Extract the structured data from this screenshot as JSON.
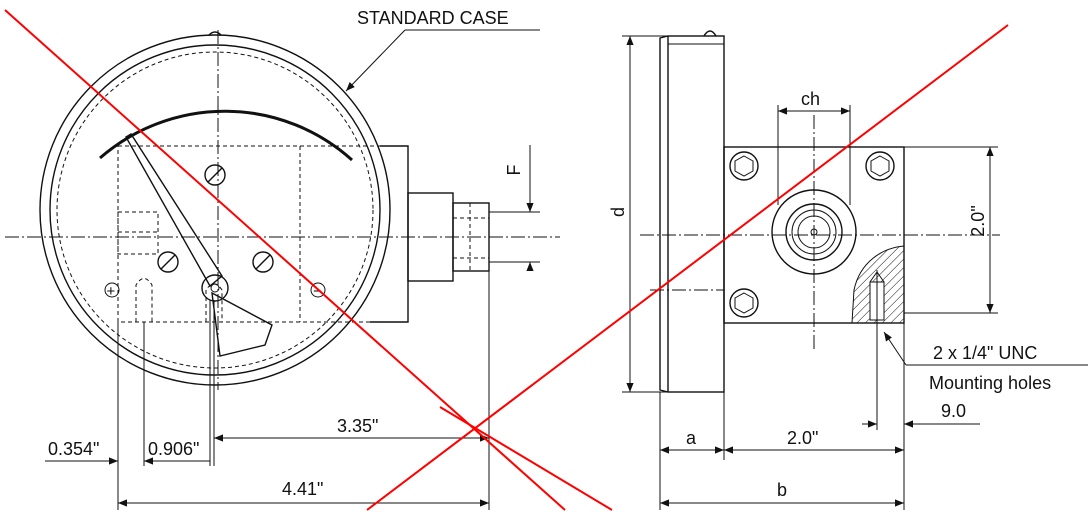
{
  "labels": {
    "standard_case": "STANDARD CASE",
    "dim_F": "F",
    "dim_d": "d",
    "dim_ch": "ch",
    "dim_height_block": "2.0\"",
    "holes_spec": "2 x 1/4\" UNC",
    "holes_name": "Mounting holes",
    "dim_9": "9.0",
    "dim_a": "a",
    "dim_width_block": "2.0\"",
    "dim_b": "b",
    "dim_0354": "0.354\"",
    "dim_0906": "0.906\"",
    "dim_335": "3.35\"",
    "dim_441": "4.41\""
  },
  "colors": {
    "line": "#111111",
    "cross_out": "#ff0000",
    "background": "#ffffff"
  },
  "symbols": {
    "plus_port": "+",
    "minus_port": "−"
  }
}
